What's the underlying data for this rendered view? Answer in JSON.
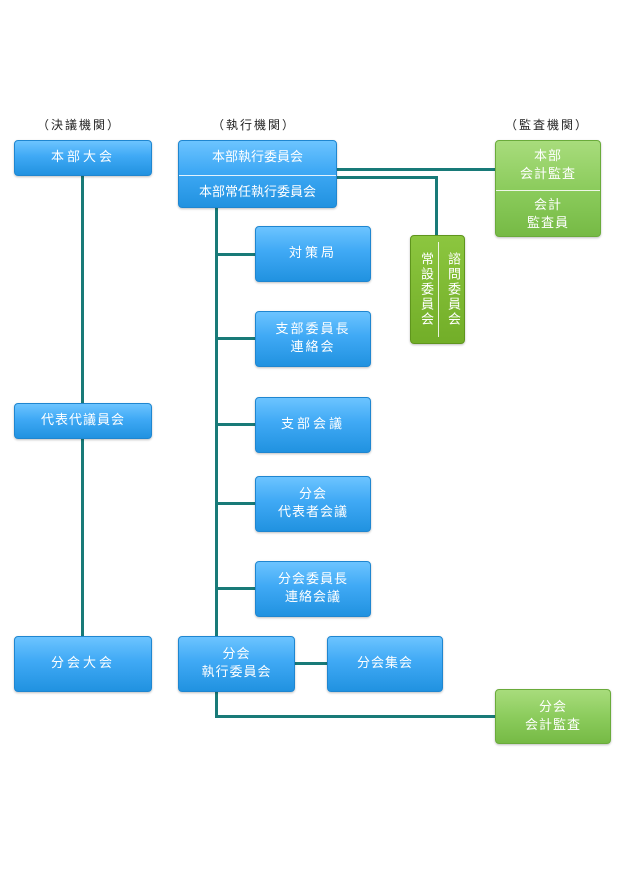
{
  "headers": {
    "legislative": "（決議機関）",
    "executive": "（執行機関）",
    "audit": "（監査機関）"
  },
  "nodes": {
    "honbu_taikai": "本部大会",
    "daihyo_daigiin": "代表代議員会",
    "bunkai_taikai": "分会大会",
    "honbu_shikkou": "本部執行委員会",
    "honbu_jonin": "本部常任執行委員会",
    "taisakukyoku": "対策局",
    "shibu_renraku": [
      "支部委員長",
      "連絡会"
    ],
    "shibu_kaigi": "支部会議",
    "bunkai_daihyo": [
      "分会",
      "代表者会議"
    ],
    "bunkai_renraku": [
      "分会委員長",
      "連絡会議"
    ],
    "bunkai_shikkou": [
      "分会",
      "執行委員会"
    ],
    "bunkai_shukai": "分会集会",
    "jousetsu": "常設委員会",
    "shimon": "諮問委員会",
    "honbu_kansa": [
      "本部",
      "会計監査"
    ],
    "kaikei_kansain": [
      "会計",
      "監査員"
    ],
    "bunkai_kansa": [
      "分会",
      "会計監査"
    ]
  },
  "colors": {
    "connector": "#187a78",
    "blue": "#3fa9f5",
    "green": "#8ccc5d",
    "dark_green": "#72ae28"
  }
}
